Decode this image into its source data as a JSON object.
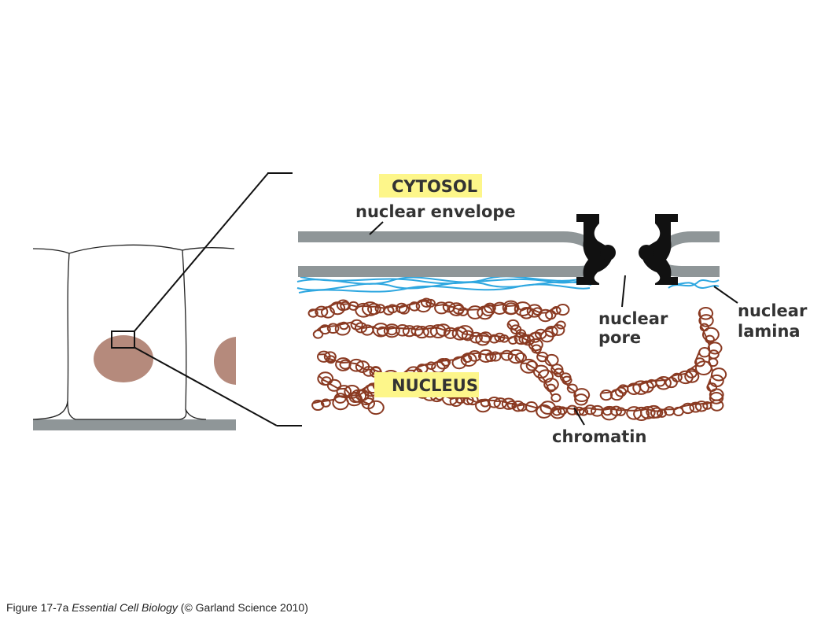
{
  "labels": {
    "cytosol": "CYTOSOL",
    "nuclear_envelope": "nuclear envelope",
    "nucleus": "NUCLEUS",
    "nuclear_pore_1": "nuclear",
    "nuclear_pore_2": "pore",
    "nuclear_lamina_1": "nuclear",
    "nuclear_lamina_2": "lamina",
    "chromatin": "chromatin"
  },
  "caption": {
    "figure": "Figure 17-7a",
    "book": "Essential Cell Biology",
    "credit": "(© Garland Science 2010)"
  },
  "colors": {
    "tag_background": "#fdf68a",
    "envelope": "#8f9698",
    "lamina": "#2ea7e0",
    "chromatin": "#8a3a22",
    "nucleus_cell": "#b58a7c",
    "pore": "#111111",
    "text": "#333333"
  }
}
